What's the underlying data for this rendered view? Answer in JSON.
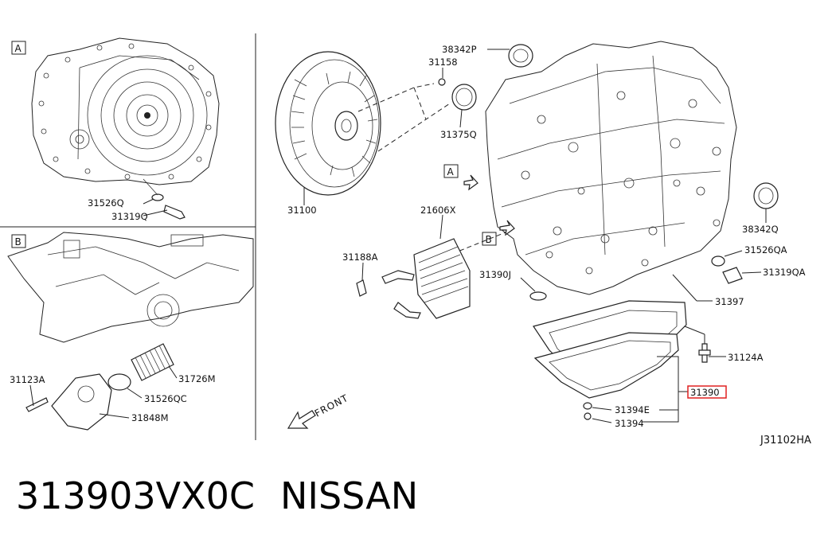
{
  "diagram": {
    "drawing_code": "J31102HA",
    "front_label": "FRONT",
    "section_labels": {
      "a": "A",
      "b": "B"
    },
    "detail_a_callouts": [
      "31526Q",
      "31319Q"
    ],
    "detail_b_callouts": [
      "31123A",
      "31726M",
      "31526QC",
      "31848M"
    ],
    "main_callouts": {
      "p38342P": "38342P",
      "p31158": "31158",
      "p31375Q": "31375Q",
      "p31100": "31100",
      "p21606X": "21606X",
      "p31188A": "31188A",
      "p31390J": "31390J",
      "p38342Q": "38342Q",
      "p31526QA": "31526QA",
      "p31319QA": "31319QA",
      "p31397": "31397",
      "p31124A": "31124A",
      "p31390": "31390",
      "p31394E": "31394E",
      "p31394": "31394"
    },
    "highlighted_part": "31390",
    "highlight_color": "#e02020"
  },
  "caption": {
    "part_number": "313903VX0C",
    "brand": "NISSAN"
  }
}
